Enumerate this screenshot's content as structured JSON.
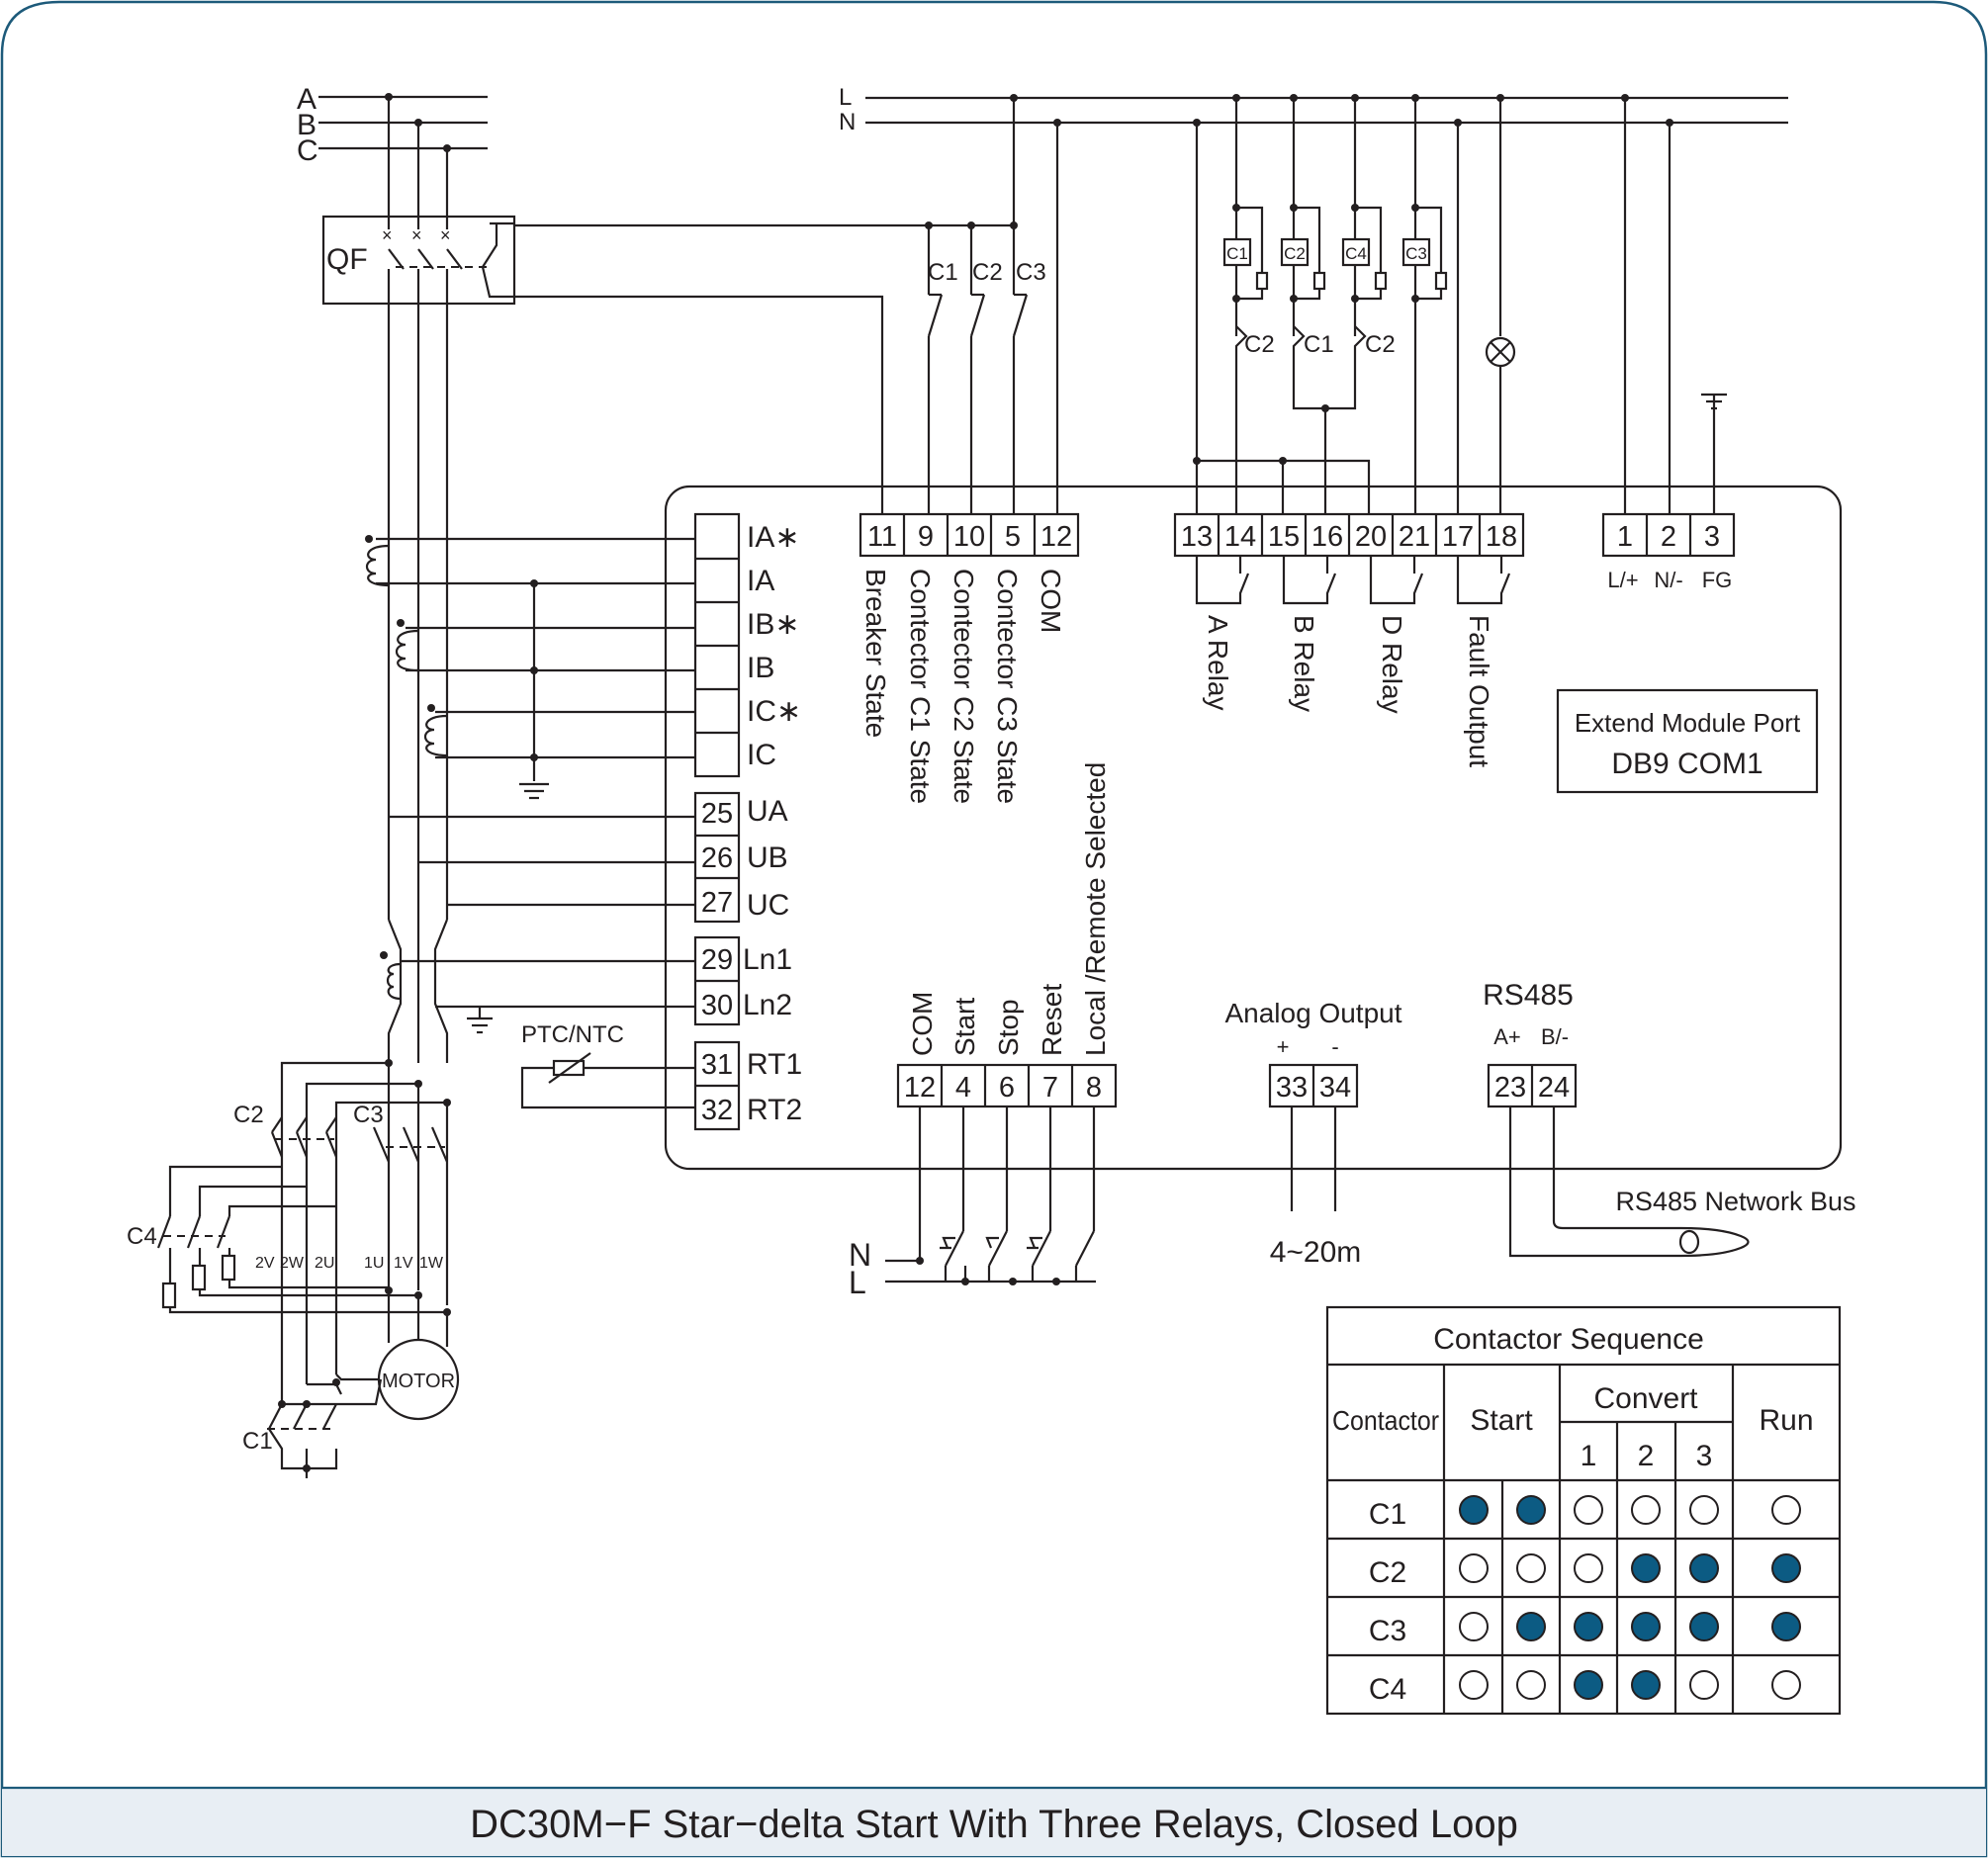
{
  "caption": "DC30M−F Star−delta Start With Three Relays, Closed Loop",
  "colors": {
    "frame": "#1d5a7a",
    "caption_bg": "#e8eef4",
    "filled_dot": "#0c5b83",
    "ink": "#231f20"
  },
  "supply": {
    "three_phase": [
      "A",
      "B",
      "C"
    ],
    "control": [
      "L",
      "N"
    ],
    "breaker": "QF"
  },
  "aux_contacts": [
    "C1",
    "C2",
    "C3"
  ],
  "relay_coils": [
    "C1",
    "C2",
    "C4",
    "C3"
  ],
  "interlocks": [
    "C2",
    "C1",
    "C2"
  ],
  "lamp_icon": "fault-lamp-icon",
  "ground_icon": "ground-icon",
  "top_terminals": {
    "state": [
      {
        "num": "11",
        "label": "Breaker State"
      },
      {
        "num": "9",
        "label": "Contector C1 State"
      },
      {
        "num": "10",
        "label": "Contector C2 State"
      },
      {
        "num": "5",
        "label": "Contector C3 State"
      },
      {
        "num": "12",
        "label": "COM"
      }
    ],
    "relays": [
      "13",
      "14",
      "15",
      "16",
      "20",
      "21",
      "17",
      "18"
    ],
    "relay_labels": [
      "A Relay",
      "B Relay",
      "D Relay",
      "Fault Output"
    ],
    "power": [
      {
        "num": "1",
        "label": "L/+"
      },
      {
        "num": "2",
        "label": "N/-"
      },
      {
        "num": "3",
        "label": "FG"
      }
    ]
  },
  "left_terminals": {
    "current": [
      "IA∗",
      "IA",
      "IB∗",
      "IB",
      "IC∗",
      "IC"
    ],
    "voltage": [
      {
        "num": "25",
        "label": "UA"
      },
      {
        "num": "26",
        "label": "UB"
      },
      {
        "num": "27",
        "label": "UC"
      }
    ],
    "leakage": [
      {
        "num": "29",
        "label": "Ln1"
      },
      {
        "num": "30",
        "label": "Ln2"
      }
    ],
    "thermal": [
      {
        "num": "31",
        "label": "RT1"
      },
      {
        "num": "32",
        "label": "RT2"
      }
    ],
    "ptc_label": "PTC/NTC"
  },
  "extend_module": {
    "line1": "Extend Module Port",
    "line2": "DB9 COM1"
  },
  "bottom_inputs": {
    "terminals": [
      {
        "num": "12",
        "label": "COM"
      },
      {
        "num": "4",
        "label": "Start"
      },
      {
        "num": "6",
        "label": "Stop"
      },
      {
        "num": "7",
        "label": "Reset"
      },
      {
        "num": "8",
        "label": "Local /Remote Selected"
      }
    ],
    "supply": [
      "N",
      "L"
    ]
  },
  "analog": {
    "title": "Analog Output",
    "plus": "+",
    "minus": "-",
    "terminals": [
      "33",
      "34"
    ],
    "range": "4~20m"
  },
  "rs485": {
    "title": "RS485",
    "a": "A+",
    "b": "B/-",
    "terminals": [
      "23",
      "24"
    ],
    "bus": "RS485 Network Bus"
  },
  "motor": {
    "label": "MOTOR",
    "windings": [
      "2V",
      "2W",
      "2U",
      "1U",
      "1V",
      "1W"
    ],
    "contactors": [
      "C2",
      "C3",
      "C4",
      "C1"
    ]
  },
  "sequence": {
    "title": "Contactor Sequence",
    "col_contactor": "Contactor",
    "col_start": "Start",
    "col_convert": "Convert",
    "col_run": "Run",
    "convert_steps": [
      "1",
      "2",
      "3"
    ],
    "rows": [
      {
        "name": "C1",
        "states": [
          1,
          1,
          0,
          0,
          0,
          0
        ]
      },
      {
        "name": "C2",
        "states": [
          0,
          0,
          0,
          1,
          1,
          1
        ]
      },
      {
        "name": "C3",
        "states": [
          0,
          1,
          1,
          1,
          1,
          1
        ]
      },
      {
        "name": "C4",
        "states": [
          0,
          0,
          1,
          1,
          0,
          0
        ]
      }
    ]
  }
}
